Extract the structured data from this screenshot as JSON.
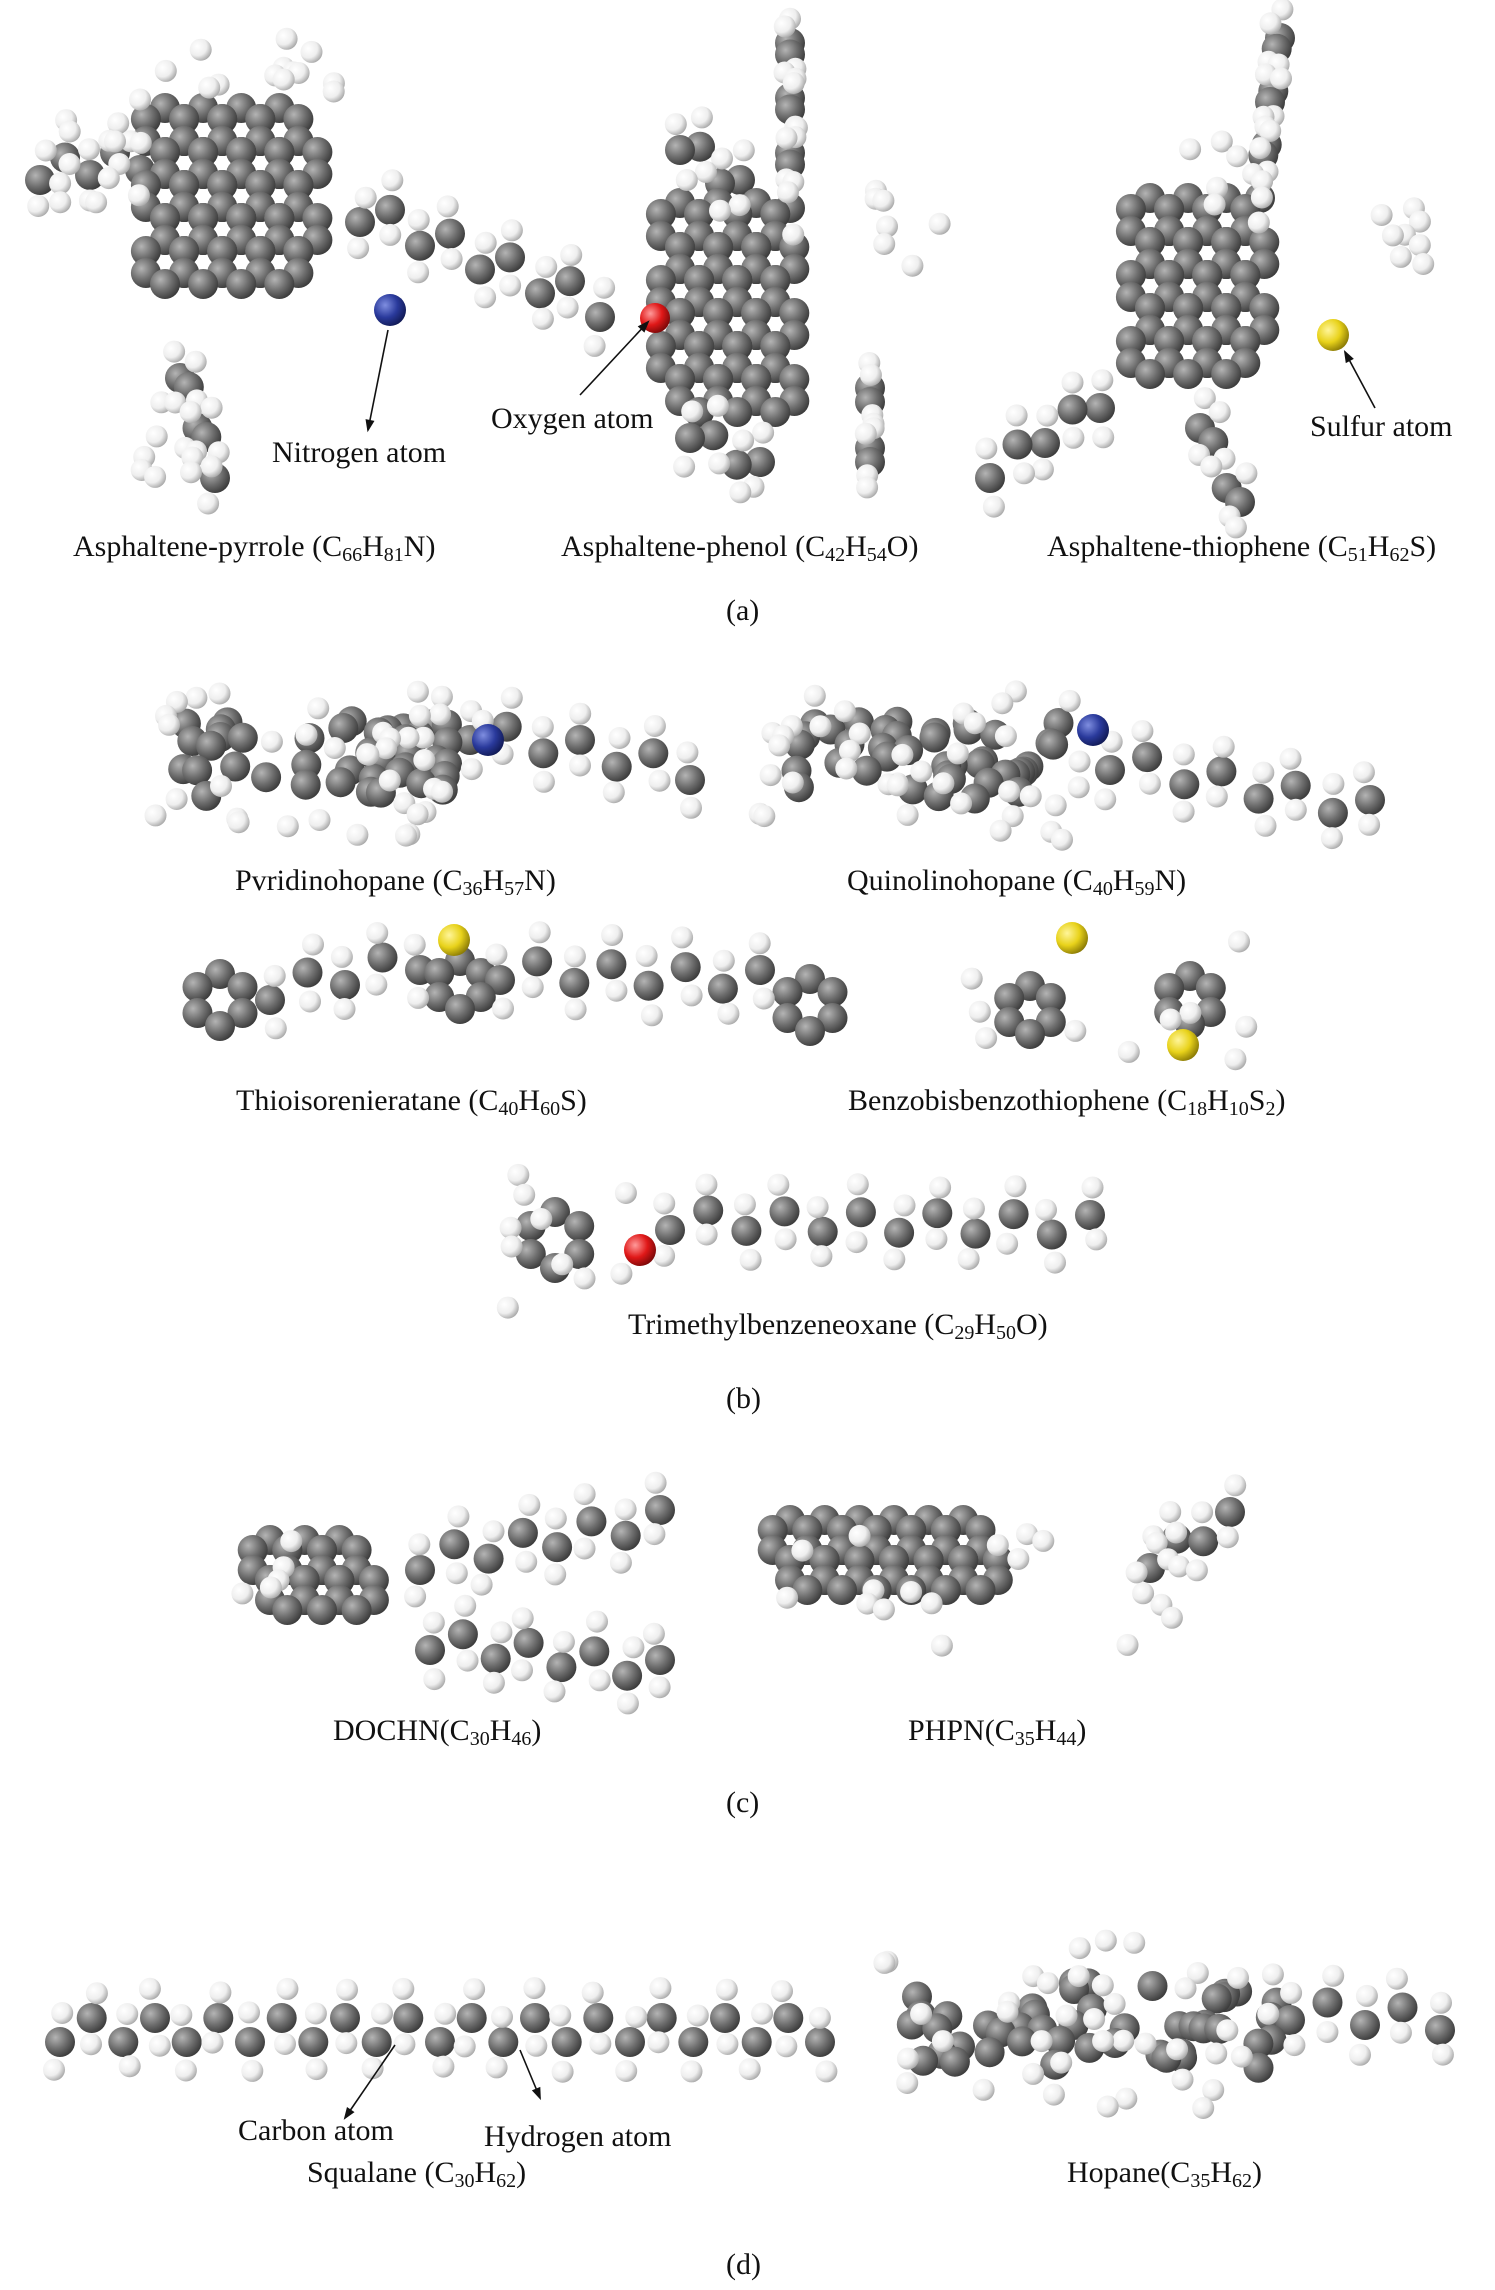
{
  "colors": {
    "carbon": "#6e6e6e",
    "hydrogen": "#f2f2f2",
    "nitrogen": "#2a3a9c",
    "oxygen": "#e01818",
    "sulfur": "#e8d21a"
  },
  "panels": {
    "a": {
      "caption": "(a)",
      "molecules": [
        {
          "name": "Asphaltene-pyrrole (",
          "formula": [
            [
              "C",
              "66"
            ],
            [
              "H",
              "81"
            ],
            [
              "N",
              ""
            ]
          ],
          "close": ")"
        },
        {
          "name": "Asphaltene-phenol (",
          "formula": [
            [
              "C",
              "42"
            ],
            [
              "H",
              "54"
            ],
            [
              "O",
              ""
            ]
          ],
          "close": ")"
        },
        {
          "name": "Asphaltene-thiophene (",
          "formula": [
            [
              "C",
              "51"
            ],
            [
              "H",
              "62"
            ],
            [
              "S",
              ""
            ]
          ],
          "close": ")"
        }
      ],
      "annotations": [
        "Nitrogen atom",
        "Oxygen atom",
        "Sulfur atom"
      ]
    },
    "b": {
      "caption": "(b)",
      "molecules": [
        {
          "name": "Pvridinohopane (",
          "formula": [
            [
              "C",
              "36"
            ],
            [
              "H",
              "57"
            ],
            [
              "N",
              ""
            ]
          ],
          "close": ")"
        },
        {
          "name": "Quinolinohopane (",
          "formula": [
            [
              "C",
              "40"
            ],
            [
              "H",
              "59"
            ],
            [
              "N",
              ""
            ]
          ],
          "close": ")"
        },
        {
          "name": "Thioisorenieratane (",
          "formula": [
            [
              "C",
              "40"
            ],
            [
              "H",
              "60"
            ],
            [
              "S",
              ""
            ]
          ],
          "close": ")"
        },
        {
          "name": "Benzobisbenzothiophene (",
          "formula": [
            [
              "C",
              "18"
            ],
            [
              "H",
              "10"
            ],
            [
              "S",
              "2"
            ]
          ],
          "close": ")"
        },
        {
          "name": "Trimethylbenzeneoxane (",
          "formula": [
            [
              "C",
              "29"
            ],
            [
              "H",
              "50"
            ],
            [
              "O",
              ""
            ]
          ],
          "close": ")"
        }
      ]
    },
    "c": {
      "caption": "(c)",
      "molecules": [
        {
          "name": "DOCHN(",
          "formula": [
            [
              "C",
              "30"
            ],
            [
              "H",
              "46"
            ]
          ],
          "close": ")"
        },
        {
          "name": "PHPN(",
          "formula": [
            [
              "C",
              "35"
            ],
            [
              "H",
              "44"
            ]
          ],
          "close": ")"
        }
      ]
    },
    "d": {
      "caption": "(d)",
      "molecules": [
        {
          "name": "Squalane (",
          "formula": [
            [
              "C",
              "30"
            ],
            [
              "H",
              "62"
            ]
          ],
          "close": ")"
        },
        {
          "name": "Hopane(",
          "formula": [
            [
              "C",
              "35"
            ],
            [
              "H",
              "62"
            ]
          ],
          "close": ")"
        }
      ],
      "annotations": [
        "Carbon atom",
        "Hydrogen atom"
      ]
    }
  }
}
